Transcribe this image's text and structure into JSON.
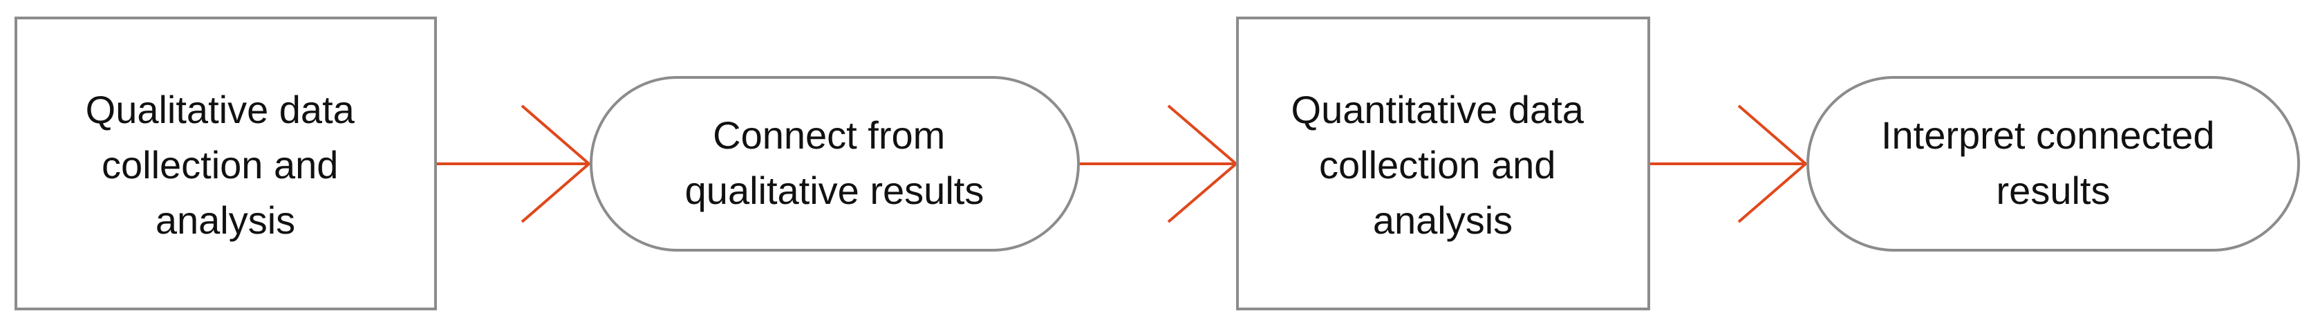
{
  "diagram": {
    "colors": {
      "background": "#ffffff",
      "box_stroke": "#8c8c8c",
      "arrow": "#e0481c",
      "text": "#111111"
    },
    "nodes": [
      {
        "shape": "rectangle",
        "lines": [
          "Qualitative data",
          "collection and",
          "analysis"
        ]
      },
      {
        "shape": "rounded",
        "lines": [
          "Connect from",
          "qualitative results"
        ]
      },
      {
        "shape": "rectangle",
        "lines": [
          "Quantitative data",
          "collection and",
          "analysis"
        ]
      },
      {
        "shape": "rounded",
        "lines": [
          "Interpret connected",
          "results"
        ]
      }
    ],
    "arrows": [
      {
        "from": 0,
        "to": 1
      },
      {
        "from": 1,
        "to": 2
      },
      {
        "from": 2,
        "to": 3
      }
    ]
  }
}
